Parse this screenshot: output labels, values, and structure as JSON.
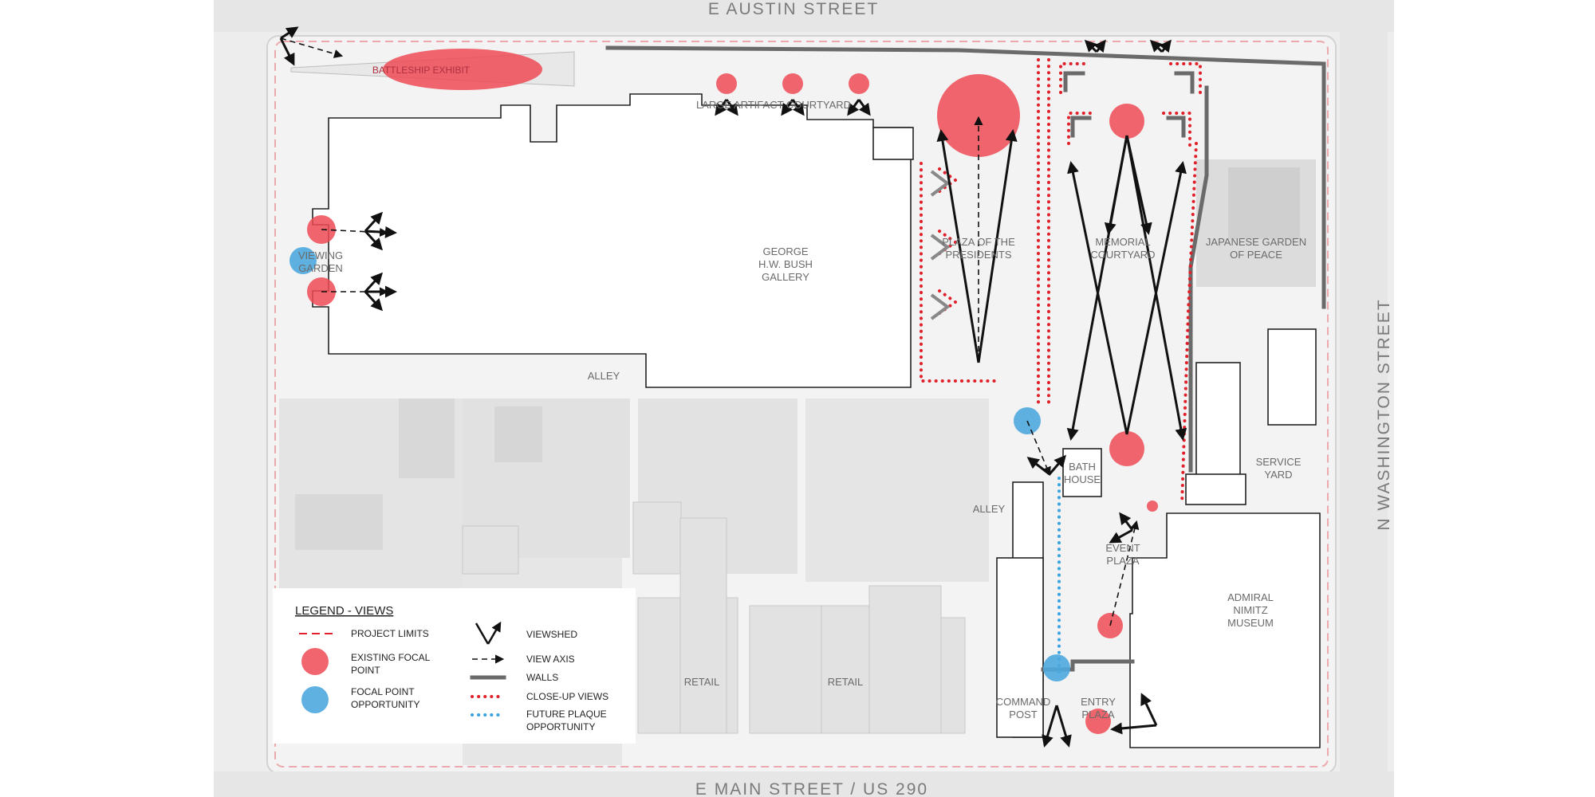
{
  "streets": {
    "north": "E AUSTIN STREET",
    "south": "E MAIN STREET / US 290",
    "east": "N WASHINGTON STREET"
  },
  "labels": {
    "battleship": "BATTLESHIP EXHIBIT",
    "courtyard": "LARGE ARTIFACT COURTYARD",
    "gallery": [
      "GEORGE",
      "H.W. BUSH",
      "GALLERY"
    ],
    "viewing_garden": [
      "VIEWING",
      "GARDEN"
    ],
    "plaza_presidents": [
      "PLAZA OF THE",
      "PRESIDENTS"
    ],
    "memorial": [
      "MEMORIAL",
      "COURTYARD"
    ],
    "japanese": [
      "JAPANESE GARDEN",
      "OF PEACE"
    ],
    "alley1": "ALLEY",
    "alley2": "ALLEY",
    "bath_house": [
      "BATH",
      "HOUSE"
    ],
    "service_yard": [
      "SERVICE",
      "YARD"
    ],
    "event_plaza": [
      "EVENT",
      "PLAZA"
    ],
    "museum": [
      "ADMIRAL",
      "NIMITZ",
      "MUSEUM"
    ],
    "command_post": [
      "COMMAND",
      "POST"
    ],
    "entry_plaza": [
      "ENTRY",
      "PLAZA"
    ],
    "retail1": "RETAIL",
    "retail2": "RETAIL"
  },
  "legend": {
    "title": "LEGEND - VIEWS",
    "project_limits": "PROJECT LIMITS",
    "existing_focal": [
      "EXISTING FOCAL",
      "POINT"
    ],
    "focal_opportunity": [
      "FOCAL POINT",
      "OPPORTUNITY"
    ],
    "viewshed": "VIEWSHED",
    "view_axis": "VIEW AXIS",
    "walls": "WALLS",
    "closeup": "CLOSE-UP VIEWS",
    "future_plaque": [
      "FUTURE PLAQUE",
      "OPPORTUNITY"
    ]
  },
  "colors": {
    "focal_existing": "#ef4a55",
    "focal_opportunity": "#4ea9de",
    "closeup": "#e0202a",
    "plaque": "#3aa3e0",
    "walls": "#6a6a6a"
  }
}
